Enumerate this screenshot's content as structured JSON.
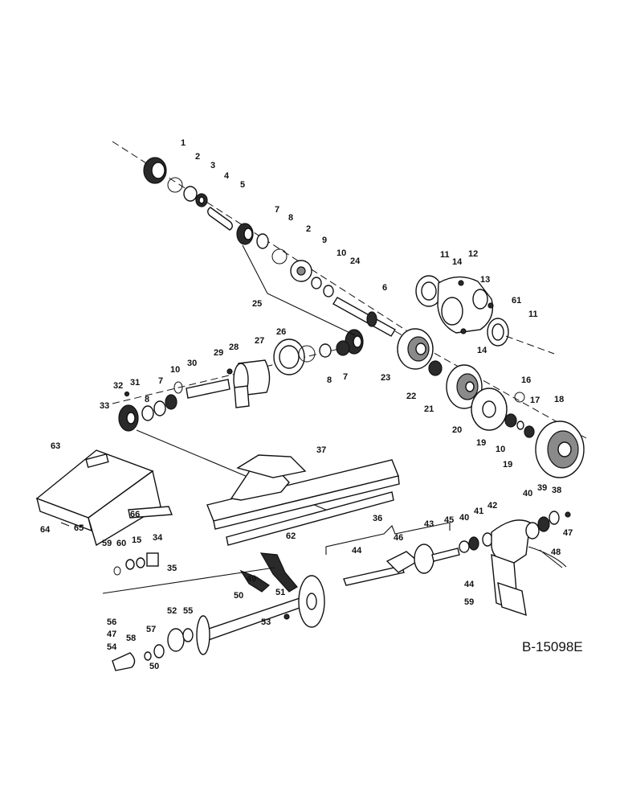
{
  "figure_id": "B-15098E",
  "callouts": [
    "1",
    "2",
    "3",
    "4",
    "5",
    "7",
    "8",
    "2",
    "9",
    "10",
    "24",
    "6",
    "25",
    "11",
    "14",
    "12",
    "13",
    "61",
    "11",
    "14",
    "23",
    "22",
    "21",
    "16",
    "17",
    "18",
    "20",
    "19",
    "10",
    "19",
    "27",
    "26",
    "8",
    "7",
    "28",
    "29",
    "30",
    "10",
    "7",
    "8",
    "31",
    "32",
    "33",
    "63",
    "37",
    "66",
    "64",
    "65",
    "36",
    "45",
    "40",
    "41",
    "42",
    "40",
    "39",
    "38",
    "47",
    "46",
    "43",
    "48",
    "44",
    "44",
    "59",
    "59",
    "60",
    "15",
    "34",
    "35",
    "62",
    "49",
    "51",
    "50",
    "53",
    "52",
    "55",
    "56",
    "57",
    "47",
    "58",
    "54",
    "50"
  ]
}
